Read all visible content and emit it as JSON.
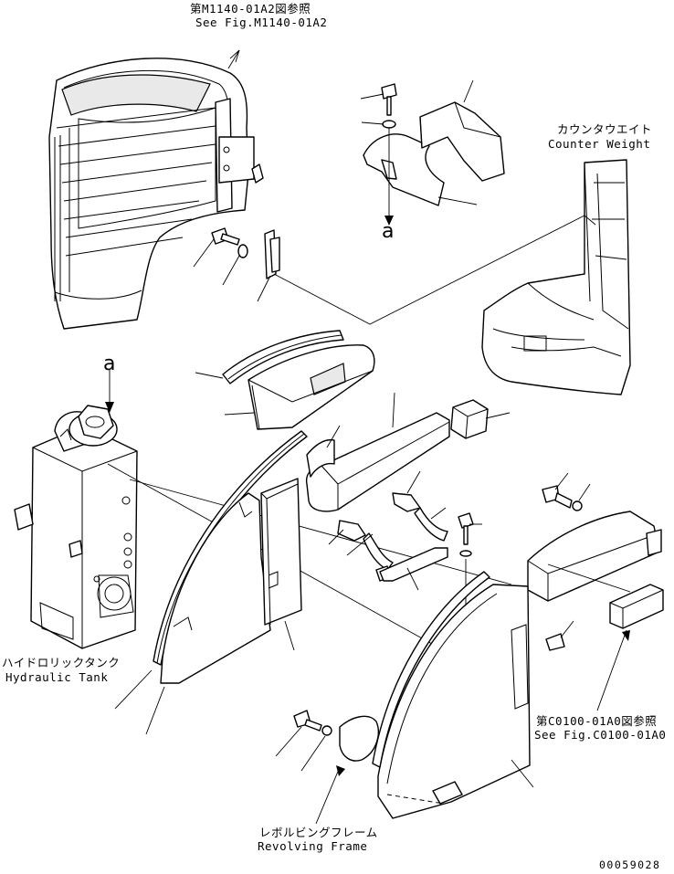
{
  "callouts": {
    "ref_top_jp": "第M1140-01A2図参照",
    "ref_top_en": "See Fig.M1140-01A2",
    "counterweight_jp": "カウンタウエイト",
    "counterweight_en": "Counter Weight",
    "hydraulic_tank_jp": "ハイドロリックタンク",
    "hydraulic_tank_en": "Hydraulic Tank",
    "ref_right_jp": "第C0100-01A0図参照",
    "ref_right_en": "See Fig.C0100-01A0",
    "revolving_frame_jp": "レボルビングフレーム",
    "revolving_frame_en": "Revolving Frame",
    "marker_a_top": "a",
    "marker_a_tank": "a",
    "drawing_number": "00059028"
  },
  "colors": {
    "line": "#000000",
    "background": "#ffffff",
    "shade": "#e9e9e9"
  }
}
